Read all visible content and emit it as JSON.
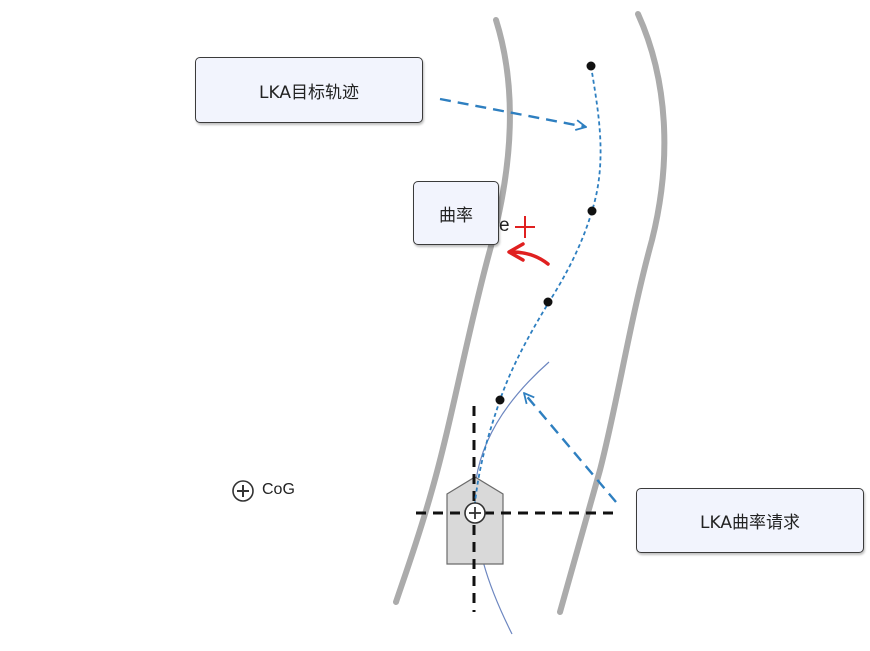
{
  "labels": {
    "target_trajectory": "LKA目标轨迹",
    "curvature": "曲率",
    "curvature_request": "LKA曲率请求",
    "error": "e",
    "cog": "CoG"
  },
  "colors": {
    "road_edge": "#ababab",
    "trajectory": "#2e7fc0",
    "arrow_blue": "#2e7fc0",
    "arrow_red": "#e02020",
    "vehicle_fill": "#d9d9d9",
    "arc": "#6c86c0",
    "box_fill": "#f2f4fd"
  },
  "icons": {
    "cog_marker": "circled-plus-icon",
    "error_marker": "plus-icon"
  }
}
